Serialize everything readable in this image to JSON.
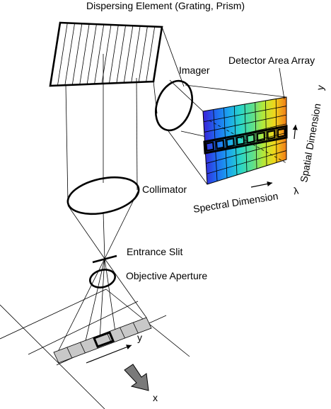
{
  "labels": {
    "dispersing_element": "Dispersing Element (Grating, Prism)",
    "imager": "Imager",
    "detector_area_array": "Detector Area Array",
    "collimator": "Collimator",
    "entrance_slit": "Entrance Slit",
    "objective_aperture": "Objective Aperture",
    "spectral_dimension": "Spectral Dimension",
    "lambda_symbol": "λ",
    "spatial_dimension": "Spatial Dimension",
    "spatial_y_symbol": "y",
    "ground_y": "y",
    "ground_x": "x"
  },
  "colors": {
    "detector_spectrum": [
      "#3a1fd6",
      "#2166f0",
      "#1aa3f0",
      "#2ad6c8",
      "#5fe08a",
      "#b2e83a",
      "#f2d51a",
      "#f07a18"
    ],
    "slit_strip": "#c8c8c8",
    "arrow_fill": "#7a7a7a"
  },
  "detector": {
    "columns": 8,
    "rows": 7,
    "highlight_row": 3
  },
  "ground_strip": {
    "cells": 7,
    "highlight_cell": 3
  }
}
